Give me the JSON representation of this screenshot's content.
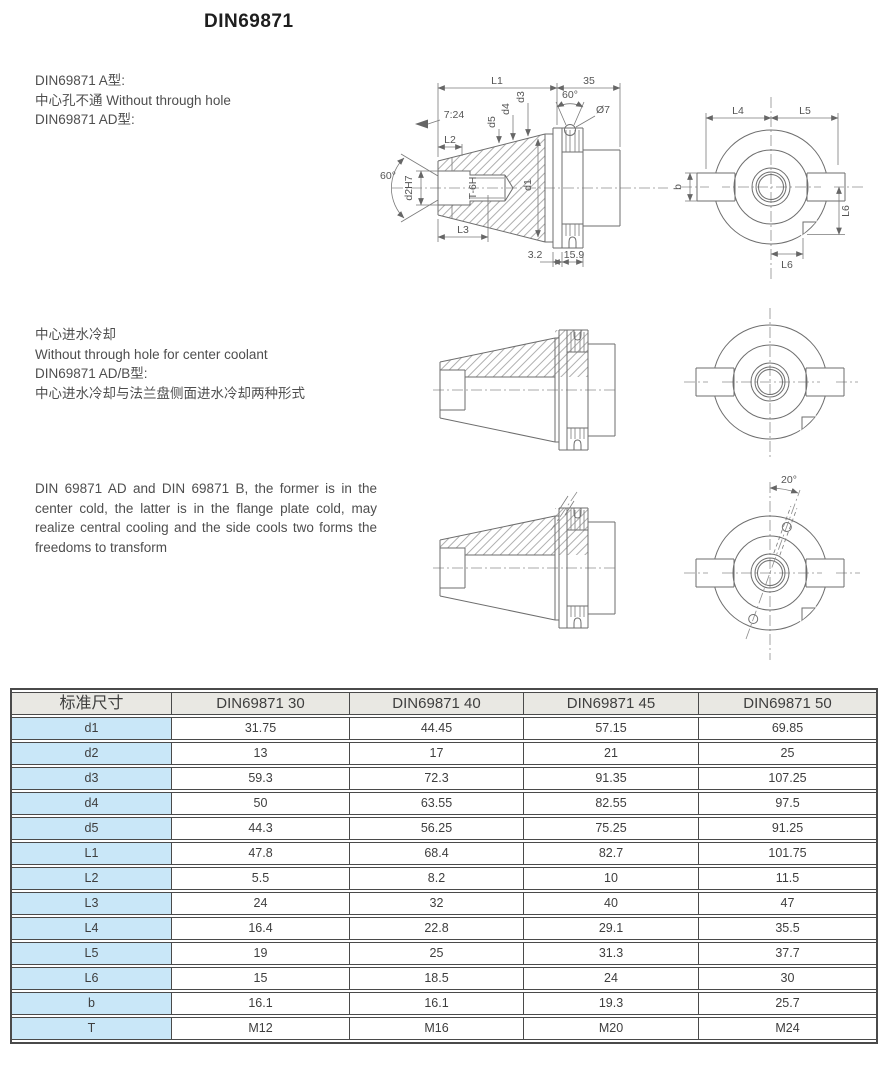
{
  "page": {
    "title": "DIN69871"
  },
  "blocks": {
    "b1": {
      "lines": [
        "DIN69871 A型:",
        "中心孔不通  Without through hole",
        "DIN69871 AD型:"
      ]
    },
    "b2": {
      "lines": [
        "中心进水冷却",
        "Without through hole for center coolant",
        "DIN69871 AD/B型:",
        "中心进水冷却与法兰盘侧面进水冷却两种形式"
      ]
    },
    "b3": {
      "text": "DIN 69871 AD and DIN 69871 B, the former is in the center cold, the latter is in the flange plate cold, may realize central cooling and the side cools two forms the freedoms to transform"
    }
  },
  "drawings": {
    "side_view": {
      "labels": {
        "L1": "L1",
        "len35": "35",
        "taper": "7:24",
        "angle_top": "60°",
        "ball_dia": "Ø7",
        "d5": "d5",
        "d4": "d4",
        "d3": "d3",
        "L2": "L2",
        "angle_left": "60°",
        "d2": "d2H7",
        "thread": "T-6H",
        "d1": "d1",
        "L3": "L3",
        "t32": "3.2",
        "t159": "15.9"
      }
    },
    "front_view": {
      "labels": {
        "L4": "L4",
        "L5": "L5",
        "b": "b",
        "L6r": "L6",
        "L6b": "L6"
      }
    },
    "front_view_b": {
      "labels": {
        "angle": "20°"
      }
    }
  },
  "table": {
    "header": [
      "标准尺寸",
      "DIN69871 30",
      "DIN69871 40",
      "DIN69871 45",
      "DIN69871 50"
    ],
    "rows": [
      {
        "label": "d1",
        "values": [
          "31.75",
          "44.45",
          "57.15",
          "69.85"
        ]
      },
      {
        "label": "d2",
        "values": [
          "13",
          "17",
          "21",
          "25"
        ]
      },
      {
        "label": "d3",
        "values": [
          "59.3",
          "72.3",
          "91.35",
          "107.25"
        ]
      },
      {
        "label": "d4",
        "values": [
          "50",
          "63.55",
          "82.55",
          "97.5"
        ]
      },
      {
        "label": "d5",
        "values": [
          "44.3",
          "56.25",
          "75.25",
          "91.25"
        ]
      },
      {
        "label": "L1",
        "values": [
          "47.8",
          "68.4",
          "82.7",
          "101.75"
        ]
      },
      {
        "label": "L2",
        "values": [
          "5.5",
          "8.2",
          "10",
          "11.5"
        ]
      },
      {
        "label": "L3",
        "values": [
          "24",
          "32",
          "40",
          "47"
        ]
      },
      {
        "label": "L4",
        "values": [
          "16.4",
          "22.8",
          "29.1",
          "35.5"
        ]
      },
      {
        "label": "L5",
        "values": [
          "19",
          "25",
          "31.3",
          "37.7"
        ]
      },
      {
        "label": "L6",
        "values": [
          "15",
          "18.5",
          "24",
          "30"
        ]
      },
      {
        "label": "b",
        "values": [
          "16.1",
          "16.1",
          "19.3",
          "25.7"
        ]
      },
      {
        "label": "T",
        "values": [
          "M12",
          "M16",
          "M20",
          "M24"
        ]
      }
    ],
    "colors": {
      "header_bg": "#e9e8e3",
      "label_bg": "#c9e7f8",
      "border": "#4a4a4a",
      "text": "#3e3e3e"
    }
  }
}
